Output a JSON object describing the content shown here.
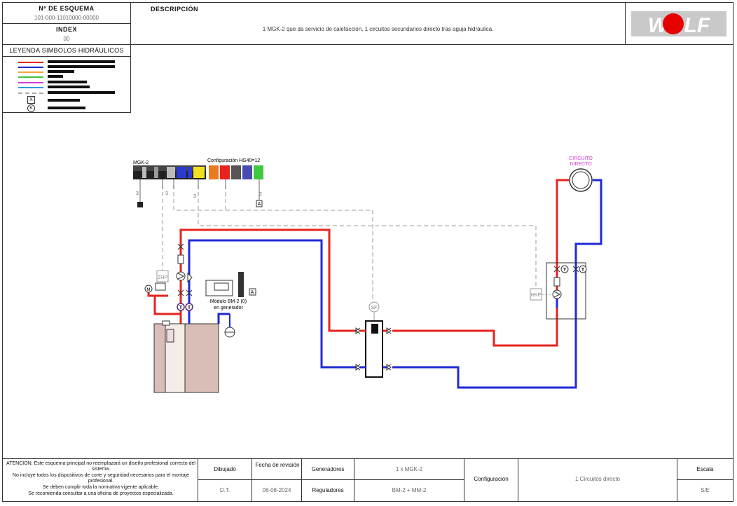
{
  "header": {
    "scheme_label": "Nº DE ESQUEMA",
    "scheme_number": "101-000-11010000-00000",
    "index_label": "INDEX",
    "index_value": "00",
    "description_label": "DESCRIPCIÓN",
    "description_text": "1 MGK-2 que da servicio de calefacción, 1 circuitos secundarios directo tras aguja hidráulica.",
    "logo_text": "WOLF"
  },
  "legend": {
    "title": "LEYENDA SIMBOLOS HIDRÁULICOS",
    "line_colors": [
      "#e8231e",
      "#1f2ad6",
      "#f2a53a",
      "#3ec93e",
      "#d63bd6",
      "#2a9bd6",
      "#aaaaaa"
    ],
    "symbol_x": "X",
    "symbol_k": "K"
  },
  "diagram": {
    "controller_label": "MGK-2",
    "config_label": "Configuración HG40=12",
    "circuit_label_line1": "CIRCUITO",
    "circuit_label_line2": "DIRECTO",
    "module_label_line1": "Módulo BM-2 (0)",
    "module_label_line2": "en generador",
    "zhp_label": "ZHP",
    "hkp_label": "HKP",
    "sf_label": "SF",
    "t_label": "T",
    "m_label": "M",
    "a_label": "A",
    "num_3": "3",
    "num_2": "2",
    "colors": {
      "red": "#e8231e",
      "blue": "#1f2ad6",
      "dashed": "#b0b0b0",
      "boiler": "#d9bdb7"
    }
  },
  "footer": {
    "notice_lines": [
      "ATENCION: Este esquema principal no reemplazará un diseño profesional correcto del sistema.",
      "No incluye todos los dispositivos de corte y seguridad necesarios para el montaje profesional.",
      "Se deben cumplir toda la normativa vigente aplicable.",
      "Se recomienda consultar a una oficina de proyectos especializada."
    ],
    "drawn_label": "Dibujado",
    "drawn_value": "D.T.",
    "revision_label": "Fecha de revisión",
    "revision_value": "08-08-2024",
    "generators_label": "Generadores",
    "generators_value": "1 x MGK-2",
    "regulators_label": "Reguladores",
    "regulators_value": "BM-2 + MM-2",
    "config_label": "Configuración",
    "config_value": "1 Circuitos directo",
    "scale_label": "Escala",
    "scale_value": "S/E"
  }
}
